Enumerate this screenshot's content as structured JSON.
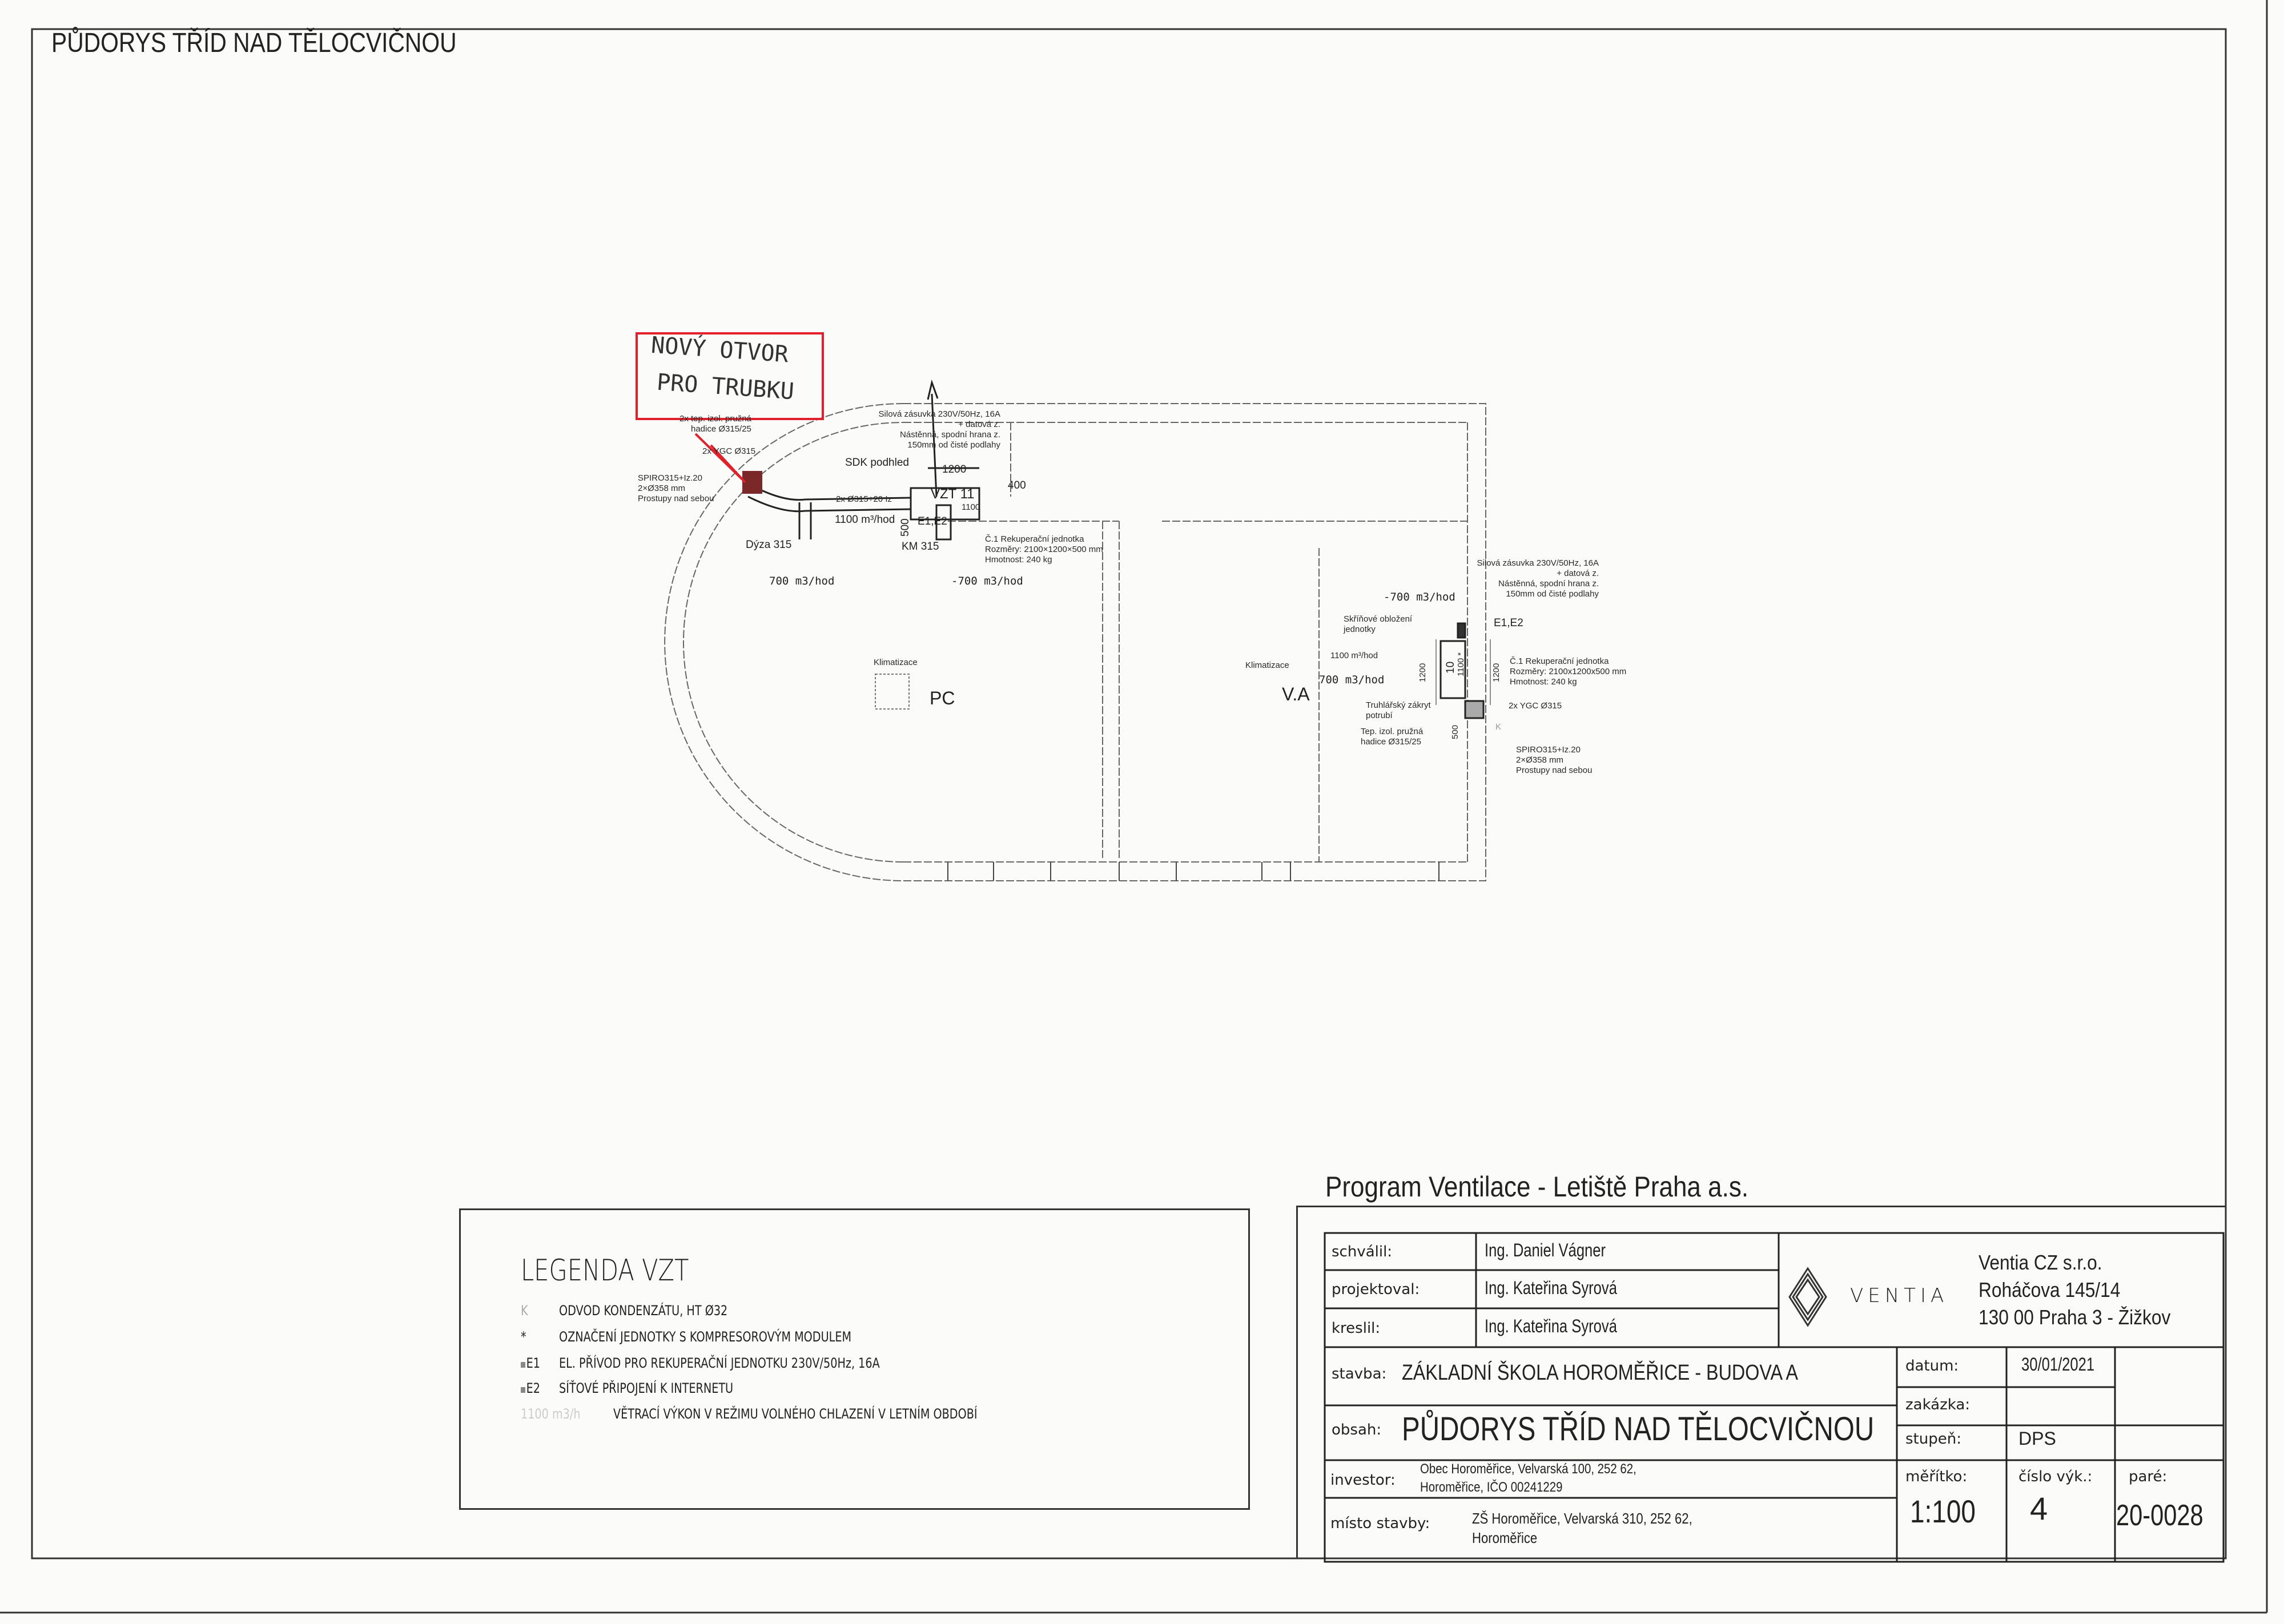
{
  "sheet_title": "PŮDORYS TŘÍD NAD TĚLOCVIČNOU",
  "annotation": {
    "line1": "NOVÝ OTVOR",
    "line2": "PRO TRUBKU",
    "color": "#e0202a"
  },
  "left_unit": {
    "hose": [
      "2x tep. izol. pružná",
      "hadice Ø315/25"
    ],
    "ygc": "2x YGC Ø315",
    "spiro": [
      "SPIRO315+Iz.20",
      "2×Ø358 mm",
      "Prostupy nad sebou"
    ],
    "sdk": "SDK podhled",
    "socket": [
      "Silová zásuvka 230V/50Hz, 16A",
      "+ datová z.",
      "Nástěnná, spodní hrana z.",
      "150mm od čisté podlahy"
    ],
    "dim_1200": "1200",
    "dim_400": "400",
    "unit_label": "VZT 11",
    "unit_flow": "1100",
    "duct": "2x Ø315+20 Iz",
    "flow": "1100 m³/hod",
    "dim_500": "500",
    "elec": "E1,E2",
    "nozzle": "Dýza 315",
    "km": "KM 315",
    "unit_info": [
      "Č.1 Rekuperační jednotka",
      "Rozměry: 2100×1200×500 mm",
      "Hmotnost: 240 kg"
    ],
    "supply": "700 m3/hod",
    "exhaust": "-700 m3/hod"
  },
  "rooms": [
    {
      "ac": "Klimatizace",
      "name": "PC"
    },
    {
      "ac": "Klimatizace",
      "name": "V.A"
    }
  ],
  "right_unit": {
    "socket": [
      "Silová zásuvka 230V/50Hz, 16A",
      "+ datová z.",
      "Nástěnná, spodní hrana z.",
      "150mm od čisté podlahy"
    ],
    "exhaust": "-700 m3/hod",
    "cabinet": [
      "Skříňové obložení",
      "jednotky"
    ],
    "elec": "E1,E2",
    "flow": "1100 m³/hod",
    "supply": "700 m3/hod",
    "dim_left": "1200",
    "dim_right": "1200",
    "unit_no": "10",
    "unit_flow": "1100 *",
    "unit_info": [
      "Č.1 Rekuperační jednotka",
      "Rozměry: 2100x1200x500 mm",
      "Hmotnost: 240 kg"
    ],
    "cover": [
      "Truhlářský zákryt",
      "potrubí"
    ],
    "ygc": "2x YGC Ø315",
    "k": "K",
    "dim_500": "500",
    "hose": [
      "Tep. izol. pružná",
      "hadice Ø315/25"
    ],
    "spiro": [
      "SPIRO315+Iz.20",
      "2×Ø358 mm",
      "Prostupy nad sebou"
    ]
  },
  "legend": {
    "title": "LEGENDA VZT",
    "items": [
      {
        "sym": "K",
        "text": "ODVOD KONDENZÁTU, HT Ø32"
      },
      {
        "sym": "*",
        "text": "OZNAČENÍ JEDNOTKY S KOMPRESOROVÝM MODULEM"
      },
      {
        "sym": "E1",
        "text": "EL. PŘÍVOD PRO REKUPERAČNÍ JEDNOTKU 230V/50Hz, 16A"
      },
      {
        "sym": "E2",
        "text": "SÍŤOVÉ PŘIPOJENÍ K INTERNETU"
      },
      {
        "sym": "1100 m3/h",
        "text": "VĚTRACÍ VÝKON V REŽIMU VOLNÉHO CHLAZENÍ V LETNÍM OBDOBÍ"
      }
    ]
  },
  "title_block": {
    "program": "Program Ventilace - Letiště Praha a.s.",
    "schvalil_label": "schválil:",
    "schvalil": "Ing. Daniel Vágner",
    "projektoval_label": "projektoval:",
    "projektoval": "Ing. Kateřina Syrová",
    "kreslil_label": "kreslil:",
    "kreslil": "Ing. Kateřina Syrová",
    "logo_text": "VENTIA",
    "company": [
      "Ventia CZ s.r.o.",
      "Roháčova 145/14",
      "130 00 Praha 3 - Žižkov"
    ],
    "stavba_label": "stavba:",
    "stavba": "ZÁKLADNÍ ŠKOLA HOROMĚŘICE - BUDOVA A",
    "obsah_label": "obsah:",
    "obsah": "PŮDORYS TŘÍD NAD TĚLOCVIČNOU",
    "investor_label": "investor:",
    "investor": [
      "Obec Horoměřice, Velvarská 100, 252 62,",
      "Horoměřice, IČO 00241229"
    ],
    "misto_label": "místo stavby:",
    "misto": [
      "ZŠ Horoměřice, Velvarská 310, 252 62,",
      "Horoměřice"
    ],
    "datum_label": "datum:",
    "datum": "30/01/2021",
    "zakazka_label": "zakázka:",
    "stupen_label": "stupeň:",
    "stupen": "DPS",
    "meritko_label": "měřítko:",
    "meritko": "1:100",
    "cislo_label": "číslo výk.:",
    "cislo": "4",
    "pare_label": "paré:",
    "pare": "20-0028"
  }
}
